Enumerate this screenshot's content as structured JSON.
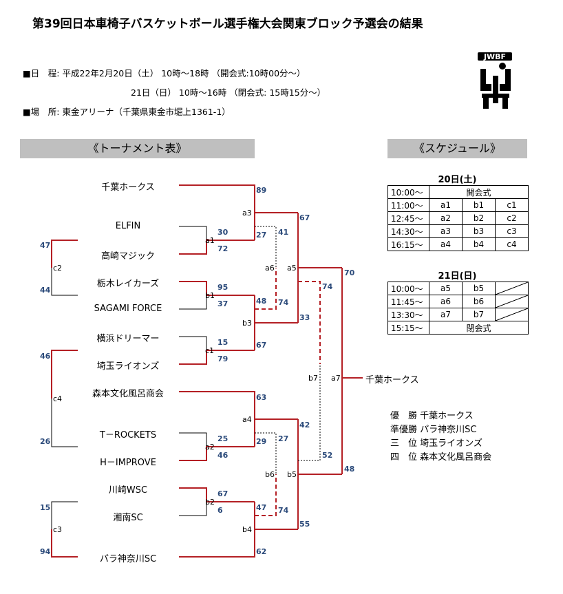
{
  "title": "第39回日本車椅子バスケットボール選手権大会関東ブロック予選会の結果",
  "logo_text": "JWBF",
  "info": {
    "date_line1": "■日　程: 平成22年2月20日（土） 10時～18時 （開会式:10時00分～）",
    "date_line2": "21日（日） 10時～16時 （閉会式: 15時15分～）",
    "venue_line": "■場　所: 東金アリーナ（千葉県東金市堀上1361-1）"
  },
  "tournament_header": "《トーナメント表》",
  "schedule_header": "《スケジュール》",
  "teams": [
    "千葉ホークス",
    "ELFIN",
    "高崎マジック",
    "栃木レイカーズ",
    "SAGAMI FORCE",
    "横浜ドリーマー",
    "埼玉ライオンズ",
    "森本文化風呂商会",
    "T－ROCKETS",
    "H－IMPROVE",
    "川崎WSC",
    "湘南SC",
    "パラ神奈川SC"
  ],
  "winner_label": "千葉ホークス",
  "match_labels": {
    "a1": "a1",
    "b1": "b1",
    "c1": "c1",
    "a2": "a2",
    "b2": "b2",
    "c2": "c2",
    "c4": "c4",
    "c3": "c3",
    "a3": "a3",
    "b3": "b3",
    "a4": "a4",
    "b4": "b4",
    "a6": "a6",
    "b6": "b6",
    "a5": "a5",
    "b5": "b5",
    "a7": "a7",
    "b7": "b7"
  },
  "scores": {
    "s89": "89",
    "s67a": "67",
    "s70": "70",
    "s30": "30",
    "s27": "27",
    "s41": "41",
    "s72": "72",
    "s47c2": "47",
    "s44": "44",
    "s95": "95",
    "s37": "37",
    "s48": "48",
    "s74a": "74",
    "s74b": "74",
    "s33": "33",
    "s15a": "15",
    "s79": "79",
    "s67b": "67",
    "s46c4": "46",
    "s26": "26",
    "s63": "63",
    "s42": "42",
    "s25": "25",
    "s46": "46",
    "s29": "29",
    "s27b": "27",
    "s52": "52",
    "s48b": "48",
    "s67c": "67",
    "s6": "6",
    "s47b": "47",
    "s74c": "74",
    "s15c3": "15",
    "s94": "94",
    "s55": "55",
    "s62": "62"
  },
  "schedule": {
    "day1_title": "20日(土)",
    "day1_rows": [
      {
        "time": "10:00～",
        "span": "開会式"
      },
      {
        "time": "11:00～",
        "a": "a1",
        "b": "b1",
        "c": "c1"
      },
      {
        "time": "12:45～",
        "a": "a2",
        "b": "b2",
        "c": "c2"
      },
      {
        "time": "14:30～",
        "a": "a3",
        "b": "b3",
        "c": "c3"
      },
      {
        "time": "16:15～",
        "a": "a4",
        "b": "b4",
        "c": "c4"
      }
    ],
    "day2_title": "21日(日)",
    "day2_rows": [
      {
        "time": "10:00～",
        "a": "a5",
        "b": "b5"
      },
      {
        "time": "11:45～",
        "a": "a6",
        "b": "b6"
      },
      {
        "time": "13:30～",
        "a": "a7",
        "b": "b7"
      },
      {
        "time": "15:15～",
        "span": "閉会式"
      }
    ]
  },
  "results": [
    {
      "rank": "優　勝",
      "team": "千葉ホークス"
    },
    {
      "rank": "準優勝",
      "team": "パラ神奈川SC"
    },
    {
      "rank": "三　位",
      "team": "埼玉ライオンズ"
    },
    {
      "rank": "四　位",
      "team": "森本文化風呂商会"
    }
  ],
  "colors": {
    "win_line": "#b41f24",
    "loss_line": "#000000",
    "score": "#2b4a7a",
    "header_bar": "#bfbfbf"
  }
}
